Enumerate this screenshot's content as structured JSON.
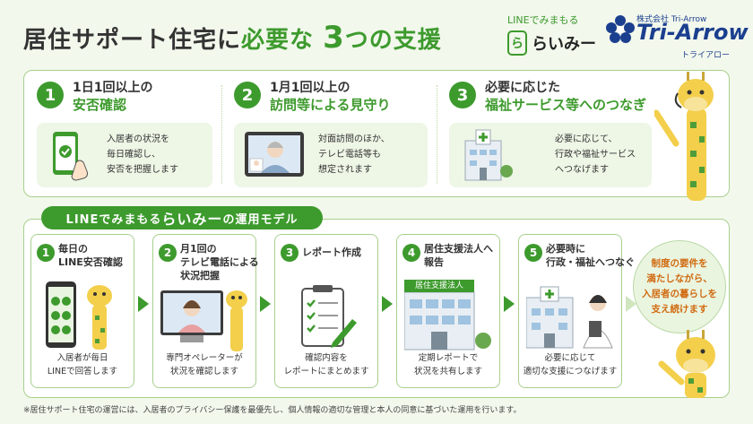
{
  "header": {
    "title_prefix": "居住サポート住宅に",
    "title_accent": "必要な",
    "title_number": "3",
    "title_suffix": "つの支援"
  },
  "service_logo": {
    "caption": "LINEでみまもる",
    "badge": "ら",
    "name": "らいみー"
  },
  "company_logo": {
    "company": "株式会社 Tri-Arrow",
    "brand": "Tri-Arrow",
    "kana": "トライアロー"
  },
  "supports": [
    {
      "number": "1",
      "head_line1": "1日1回以上の",
      "head_line2": "安否確認",
      "desc": [
        "入居者の状況を",
        "毎日確認し、",
        "安否を把握します"
      ]
    },
    {
      "number": "2",
      "head_line1": "1月1回以上の",
      "head_line2": "訪問等による見守り",
      "desc": [
        "対面訪問のほか、",
        "テレビ電話等も",
        "想定されます"
      ]
    },
    {
      "number": "3",
      "head_line1": "必要に応じた",
      "head_line2": "福祉サービス等へのつなぎ",
      "desc": [
        "必要に応じて、",
        "行政や福祉サービス",
        "へつなげます"
      ]
    }
  ],
  "model": {
    "banner_prefix": "LINEでみまもる",
    "banner_name": "らいみー",
    "banner_suffix": "の運用モデル",
    "steps": [
      {
        "number": "1",
        "title": [
          "毎日の",
          "LINE安否確認"
        ],
        "desc": [
          "入居者が毎日",
          "LINEで回答します"
        ]
      },
      {
        "number": "2",
        "title": [
          "月1回の",
          "テレビ電話による",
          "状況把握"
        ],
        "desc": [
          "専門オペレーターが",
          "状況を確認します"
        ]
      },
      {
        "number": "3",
        "title": [
          "レポート作成"
        ],
        "desc": [
          "確認内容を",
          "レポートにまとめます"
        ]
      },
      {
        "number": "4",
        "title": [
          "居住支援法人へ",
          "報告"
        ],
        "desc": [
          "定期レポートで",
          "状況を共有します"
        ],
        "sign": "居住支援法人"
      },
      {
        "number": "5",
        "title": [
          "必要時に",
          "行政・福祉へつなぐ"
        ],
        "desc": [
          "必要に応じて",
          "適切な支援につなげます"
        ]
      }
    ],
    "goal": [
      "制度の要件を",
      "満たしながら、",
      "入居者の暮らしを",
      "支え続けます"
    ]
  },
  "footnote": "※居住サポート住宅の運営には、入居者のプライバシー保護を最優先し、個人情報の適切な管理と本人の同意に基づいた運用を行います。",
  "colors": {
    "brand_green": "#3d9a2d",
    "light_green": "#eef6e6",
    "orange": "#d06a10",
    "navy": "#1b3f8f"
  },
  "icons": [
    "phone-check-icon",
    "video-call-icon",
    "hospital-icon",
    "clipboard-icon",
    "office-building-icon",
    "giraffe-mascot-icon"
  ]
}
